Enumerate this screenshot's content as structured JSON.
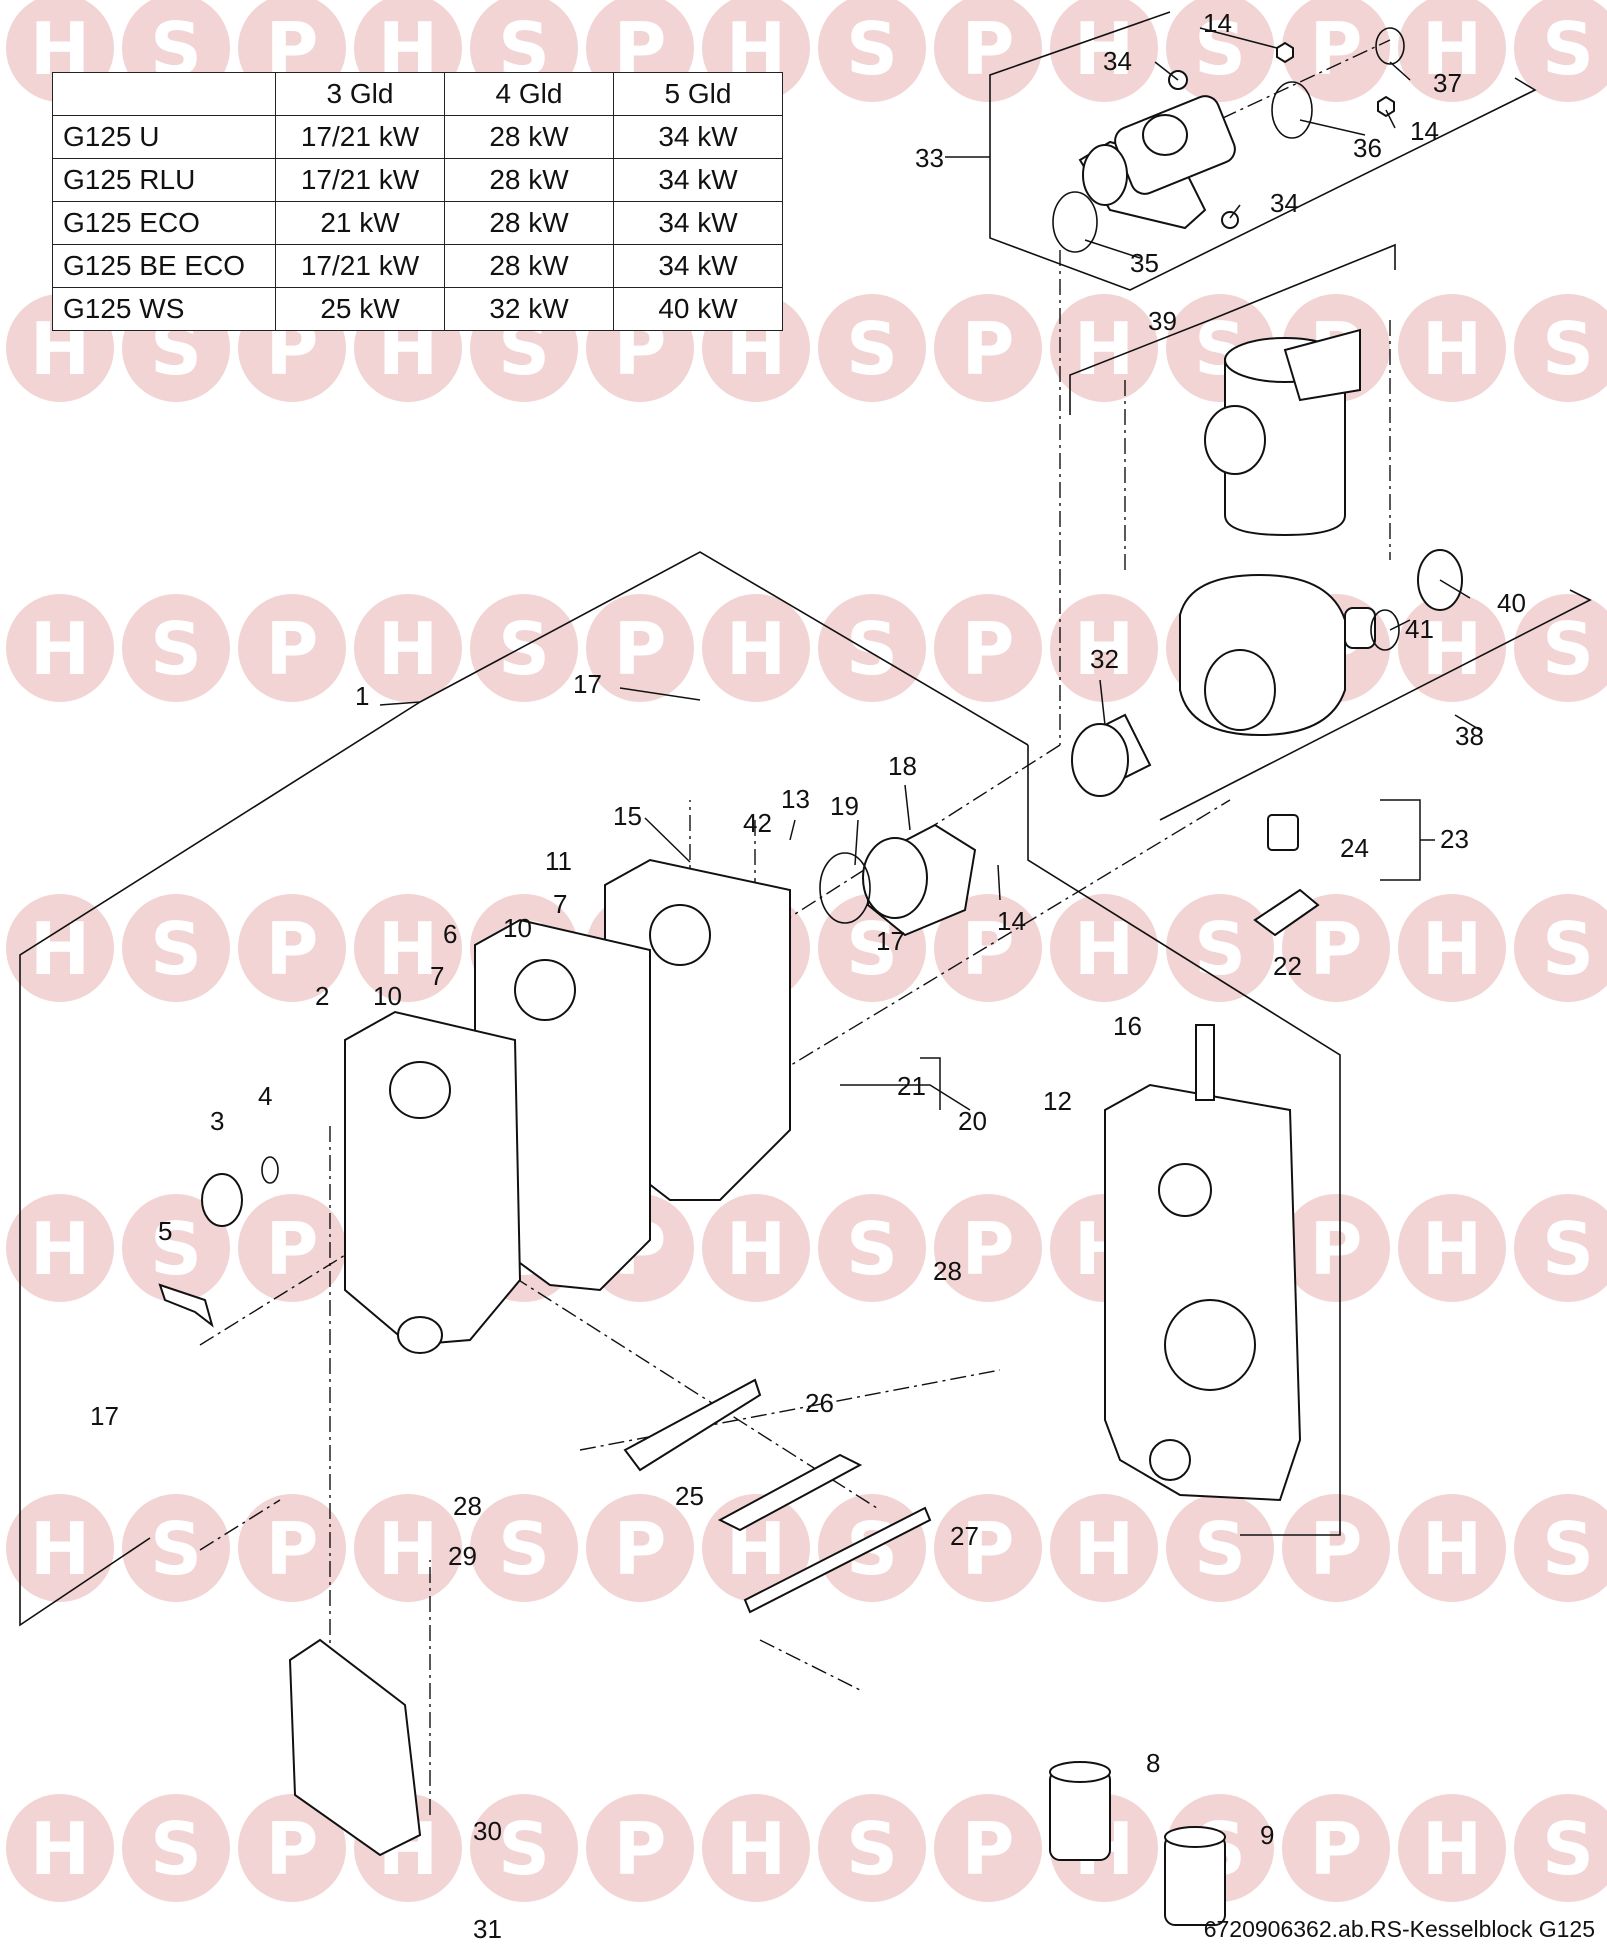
{
  "watermark": {
    "letters": [
      "H",
      "S",
      "P"
    ],
    "color": "#f2d4d4",
    "letter_color": "#ffffff"
  },
  "table": {
    "headers": [
      "",
      "3 Gld",
      "4 Gld",
      "5 Gld"
    ],
    "rows": [
      [
        "G125 U",
        "17/21 kW",
        "28 kW",
        "34 kW"
      ],
      [
        "G125 RLU",
        "17/21 kW",
        "28 kW",
        "34 kW"
      ],
      [
        "G125 ECO",
        "21 kW",
        "28 kW",
        "34 kW"
      ],
      [
        "G125 BE ECO",
        "17/21 kW",
        "28 kW",
        "34 kW"
      ],
      [
        "G125 WS",
        "25 kW",
        "32 kW",
        "40 kW"
      ]
    ]
  },
  "callouts": {
    "n1": "1",
    "n2": "2",
    "n3": "3",
    "n4": "4",
    "n5": "5",
    "n6": "6",
    "n7a": "7",
    "n7b": "7",
    "n8": "8",
    "n9": "9",
    "n10a": "10",
    "n10b": "10",
    "n11": "11",
    "n12": "12",
    "n13": "13",
    "n14a": "14",
    "n14b": "14",
    "n14c": "14",
    "n15": "15",
    "n16": "16",
    "n17a": "17",
    "n17b": "17",
    "n17c": "17",
    "n18": "18",
    "n19": "19",
    "n20": "20",
    "n21": "21",
    "n22": "22",
    "n23": "23",
    "n24": "24",
    "n25": "25",
    "n26": "26",
    "n27": "27",
    "n28a": "28",
    "n28b": "28",
    "n29": "29",
    "n30": "30",
    "n31": "31",
    "n32": "32",
    "n33": "33",
    "n34a": "34",
    "n34b": "34",
    "n35": "35",
    "n36": "36",
    "n37": "37",
    "n38": "38",
    "n39": "39",
    "n40": "40",
    "n41": "41",
    "n42": "42"
  },
  "reference": "6720906362.ab.RS-Kesselblock G125"
}
